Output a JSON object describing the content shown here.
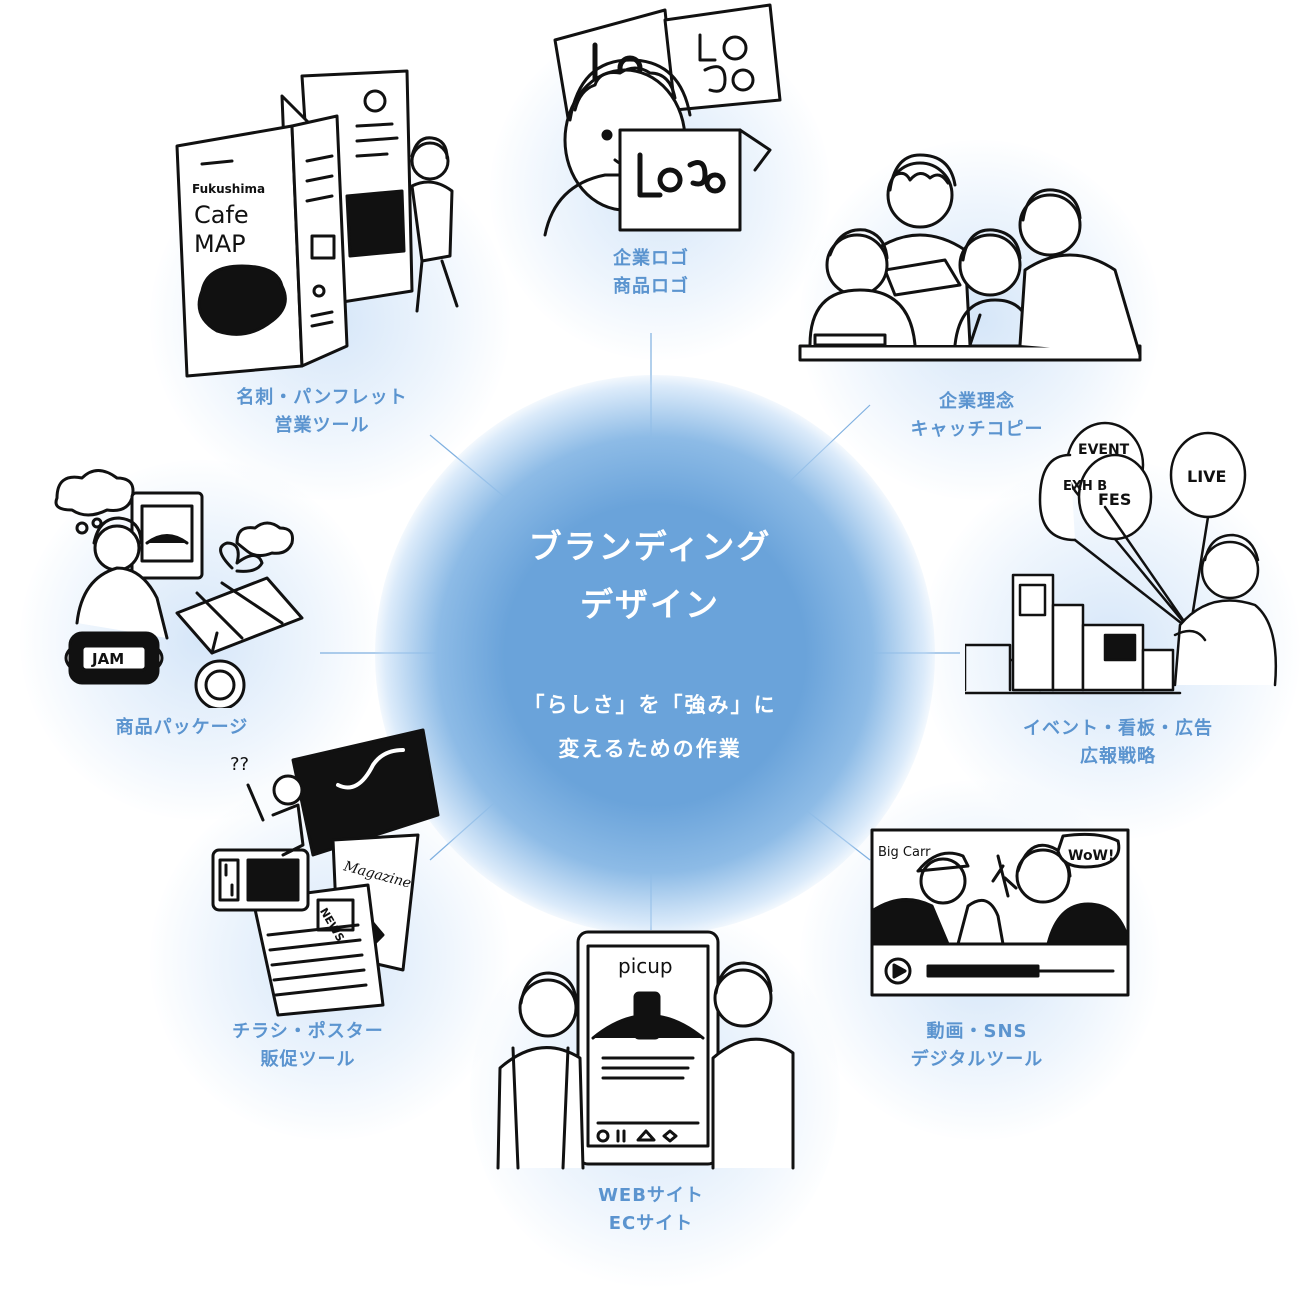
{
  "colors": {
    "accent": "#5b94cf",
    "hub": "#6aa3da",
    "spoke": "#7fb0e0",
    "ink": "#111111"
  },
  "center": {
    "title_line1": "ブランディング",
    "title_line2": "デザイン",
    "subtitle_line1": "「らしさ」を「強み」に",
    "subtitle_line2": "変えるための作業"
  },
  "nodes": [
    {
      "id": "logo",
      "line1": "企業ロゴ",
      "line2": "商品ロゴ",
      "icon": "logo-sketch-icon"
    },
    {
      "id": "philosophy",
      "line1": "企業理念",
      "line2": "キャッチコピー",
      "icon": "team-meeting-icon"
    },
    {
      "id": "event",
      "line1": "イベント・看板・広告",
      "line2": "広報戦略",
      "icon": "balloons-city-icon",
      "balloon_words": [
        "EVENT",
        "LIVE",
        "FES",
        "EXH B"
      ]
    },
    {
      "id": "digital",
      "line1": "動画・SNS",
      "line2": "デジタルツール",
      "icon": "video-player-icon",
      "bubble_words": [
        "Big Carr",
        "WoW!"
      ]
    },
    {
      "id": "web",
      "line1": "WEBサイト",
      "line2": "ECサイト",
      "icon": "smartphone-icon",
      "screen_word": "picup"
    },
    {
      "id": "flyer",
      "line1": "チラシ・ポスター",
      "line2": "販促ツール",
      "icon": "media-stack-icon",
      "words": [
        "Magazine",
        "NEWS",
        "??"
      ]
    },
    {
      "id": "package",
      "line1": "商品パッケージ",
      "line2": "",
      "icon": "package-gift-icon",
      "words": [
        "JAM"
      ]
    },
    {
      "id": "card",
      "line1": "名刺・パンフレット",
      "line2": "営業ツール",
      "icon": "pamphlet-map-icon",
      "words": [
        "Fukushima",
        "Cafe",
        "MAP"
      ]
    }
  ]
}
